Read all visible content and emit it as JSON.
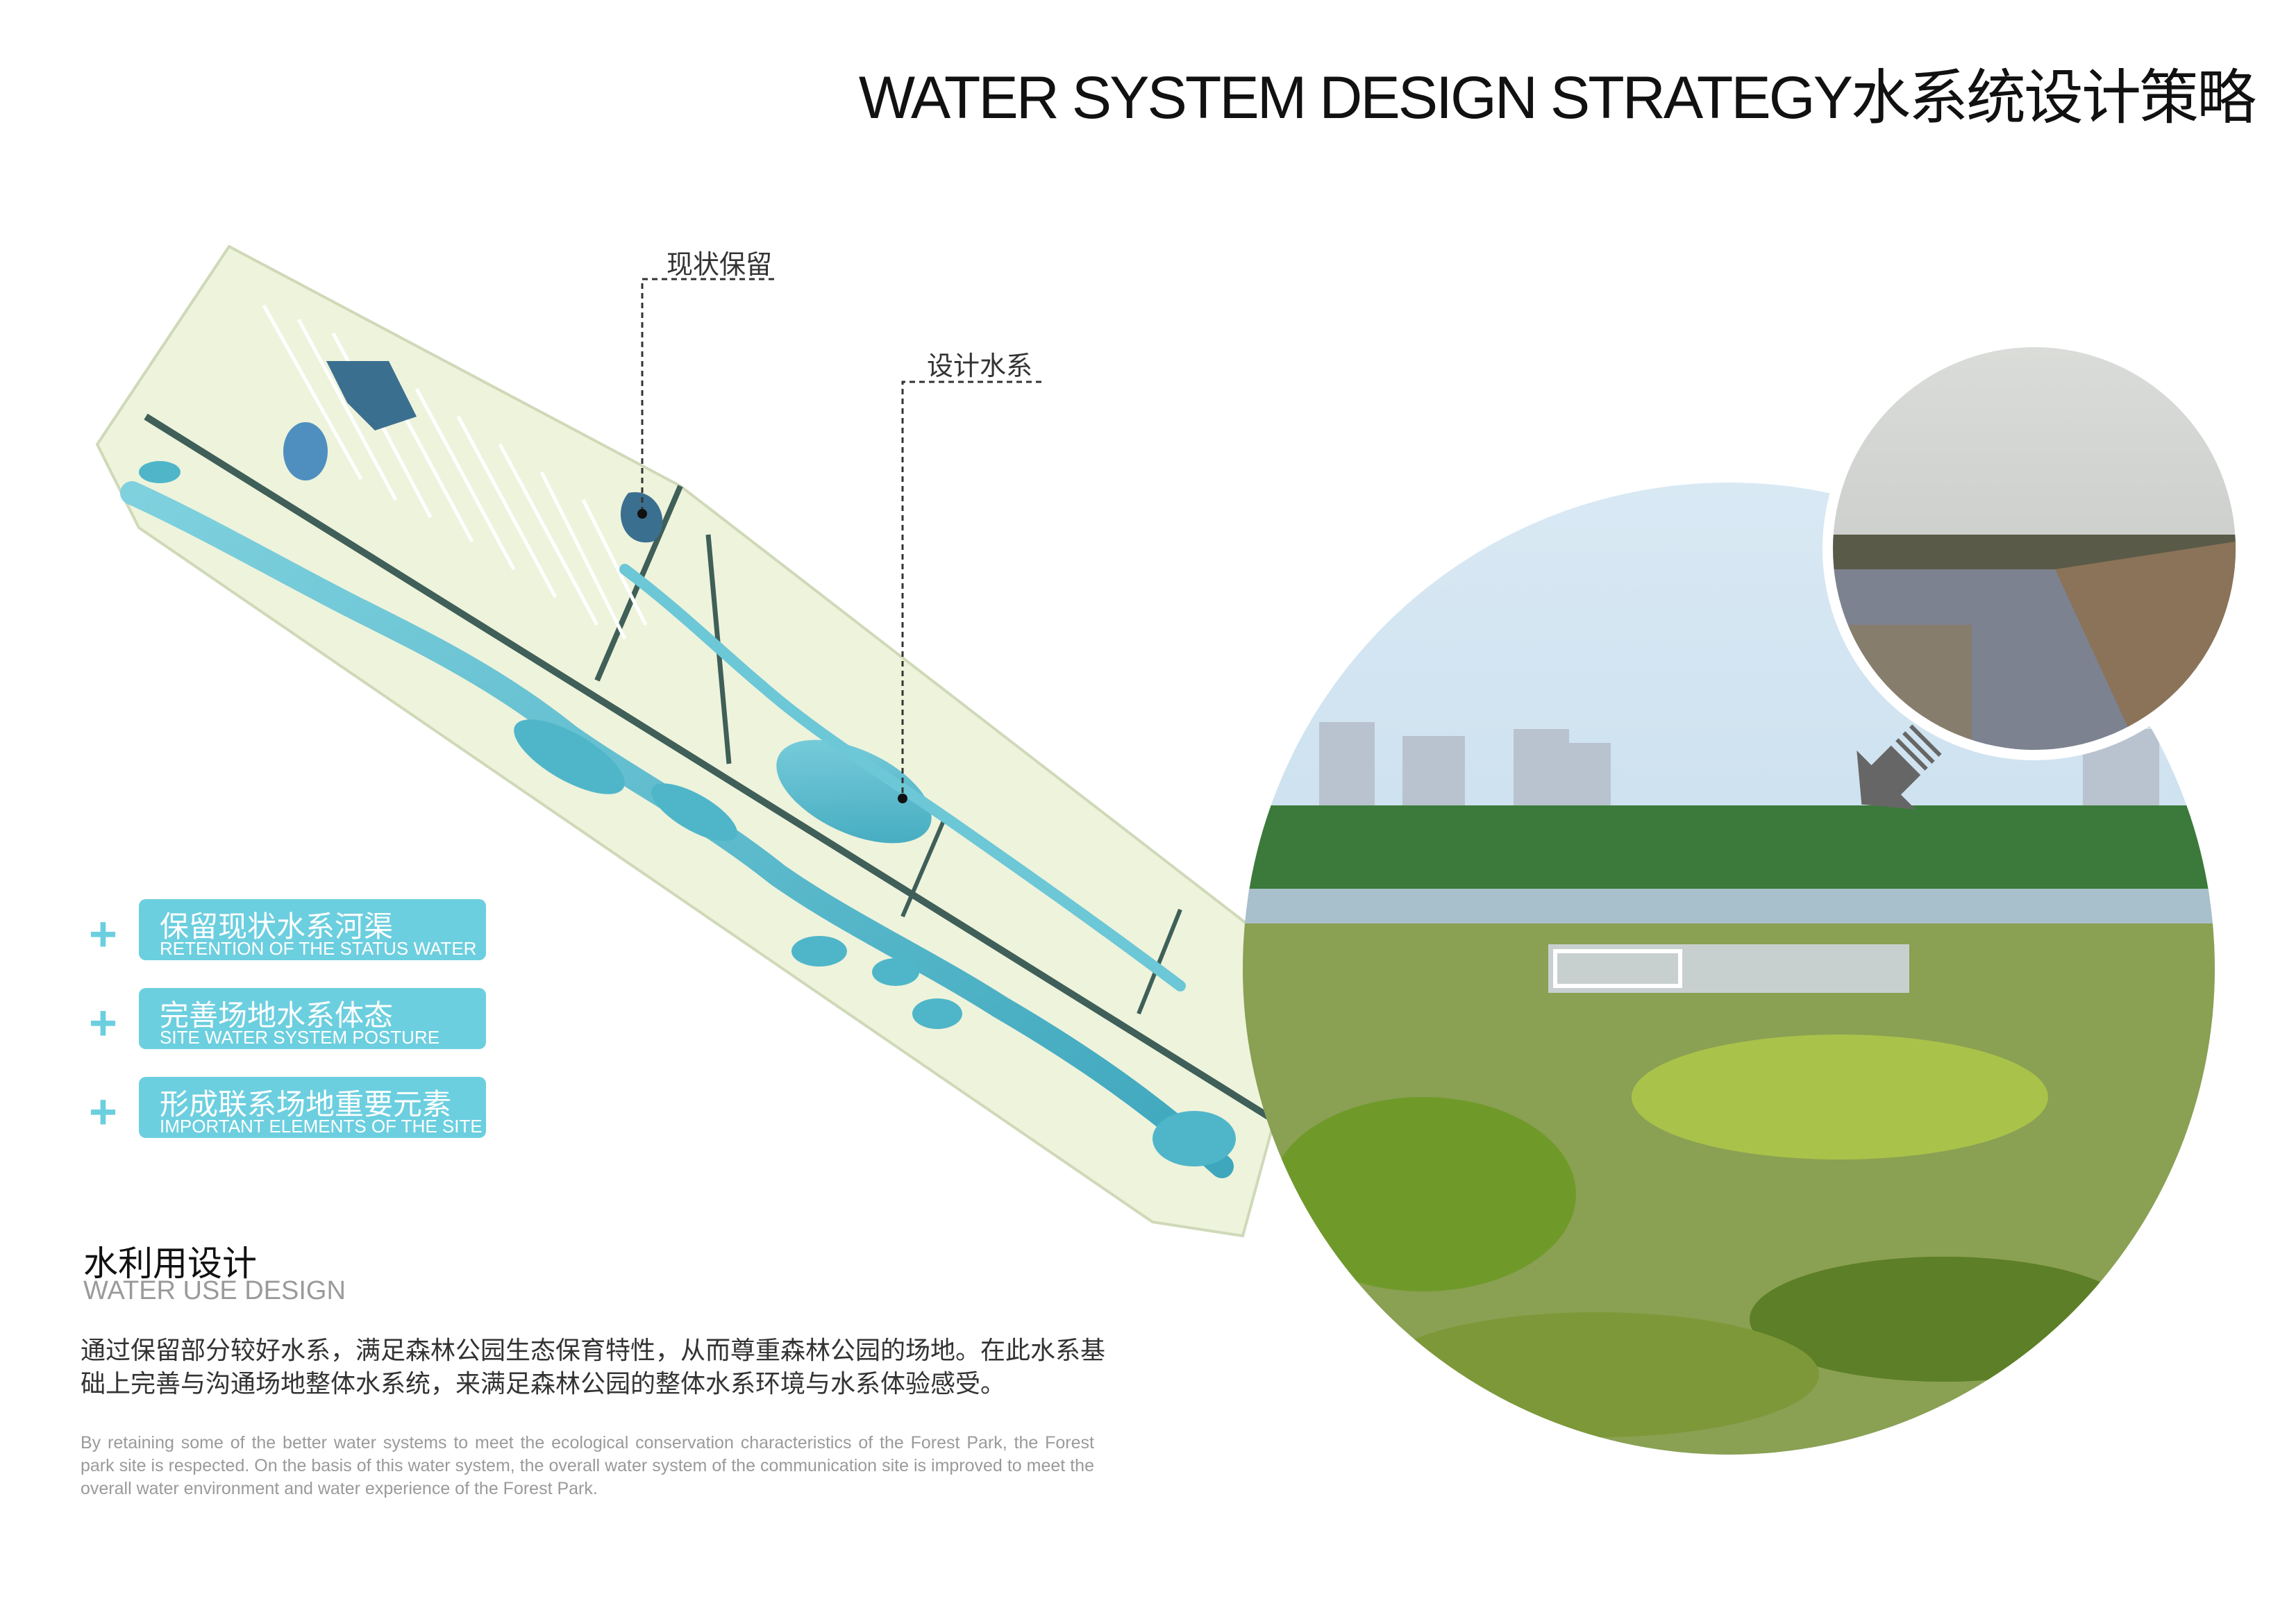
{
  "page": {
    "title": "WATER SYSTEM DESIGN STRATEGY水系统设计策略"
  },
  "callouts": {
    "retain": "现状保留",
    "designed": "设计水系"
  },
  "strategies": [
    {
      "cn": "保留现状水系河渠",
      "en": "RETENTION OF THE STATUS WATER",
      "icon": "plus-icon"
    },
    {
      "cn": "完善场地水系体态",
      "en": "SITE WATER SYSTEM POSTURE",
      "icon": "plus-icon"
    },
    {
      "cn": "形成联系场地重要元素",
      "en": "IMPORTANT ELEMENTS OF THE SITE",
      "icon": "plus-icon"
    }
  ],
  "section": {
    "title": "水利用设计",
    "subtitle": "WATER USE DESIGN",
    "body_cn": "通过保留部分较好水系，满足森林公园生态保育特性，从而尊重森林公园的场地。在此水系基础上完善与沟通场地整体水系统，来满足森林公园的整体水系环境与水系体验感受。",
    "body_en": "By retaining some of the better water systems to meet the ecological conservation characteristics of the Forest Park, the Forest park site is respected. On the basis of this water system, the overall water system of the communication site is improved to meet the overall water environment and water experience of the Forest Park."
  },
  "colors": {
    "accent": "#6ccfdf",
    "water": "#4fb6c9",
    "site": "#eef3dc",
    "road": "#3f5f58"
  }
}
